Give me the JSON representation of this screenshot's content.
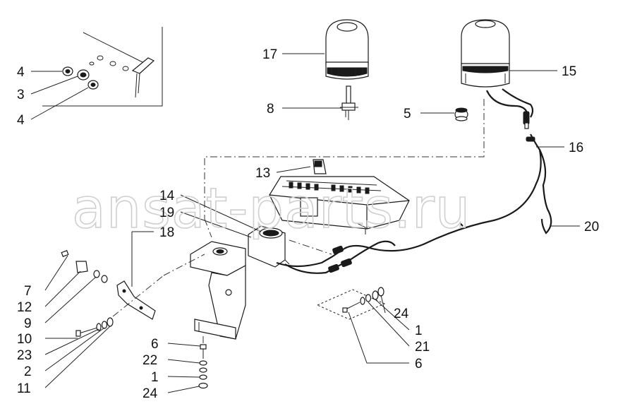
{
  "watermark": "ansat-parts.ru",
  "labels": {
    "l4a": "4",
    "l3": "3",
    "l4b": "4",
    "l17": "17",
    "l8": "8",
    "l15": "15",
    "l5": "5",
    "l16": "16",
    "l13": "13",
    "l14": "14",
    "l19": "19",
    "l18": "18",
    "l20": "20",
    "l7": "7",
    "l12": "12",
    "l9": "9",
    "l10": "10",
    "l23": "23",
    "l2": "2",
    "l11": "11",
    "l6a": "6",
    "l22": "22",
    "l1a": "1",
    "l24a": "24",
    "l24b": "24",
    "l1b": "1",
    "l21": "21",
    "l6b": "6"
  }
}
